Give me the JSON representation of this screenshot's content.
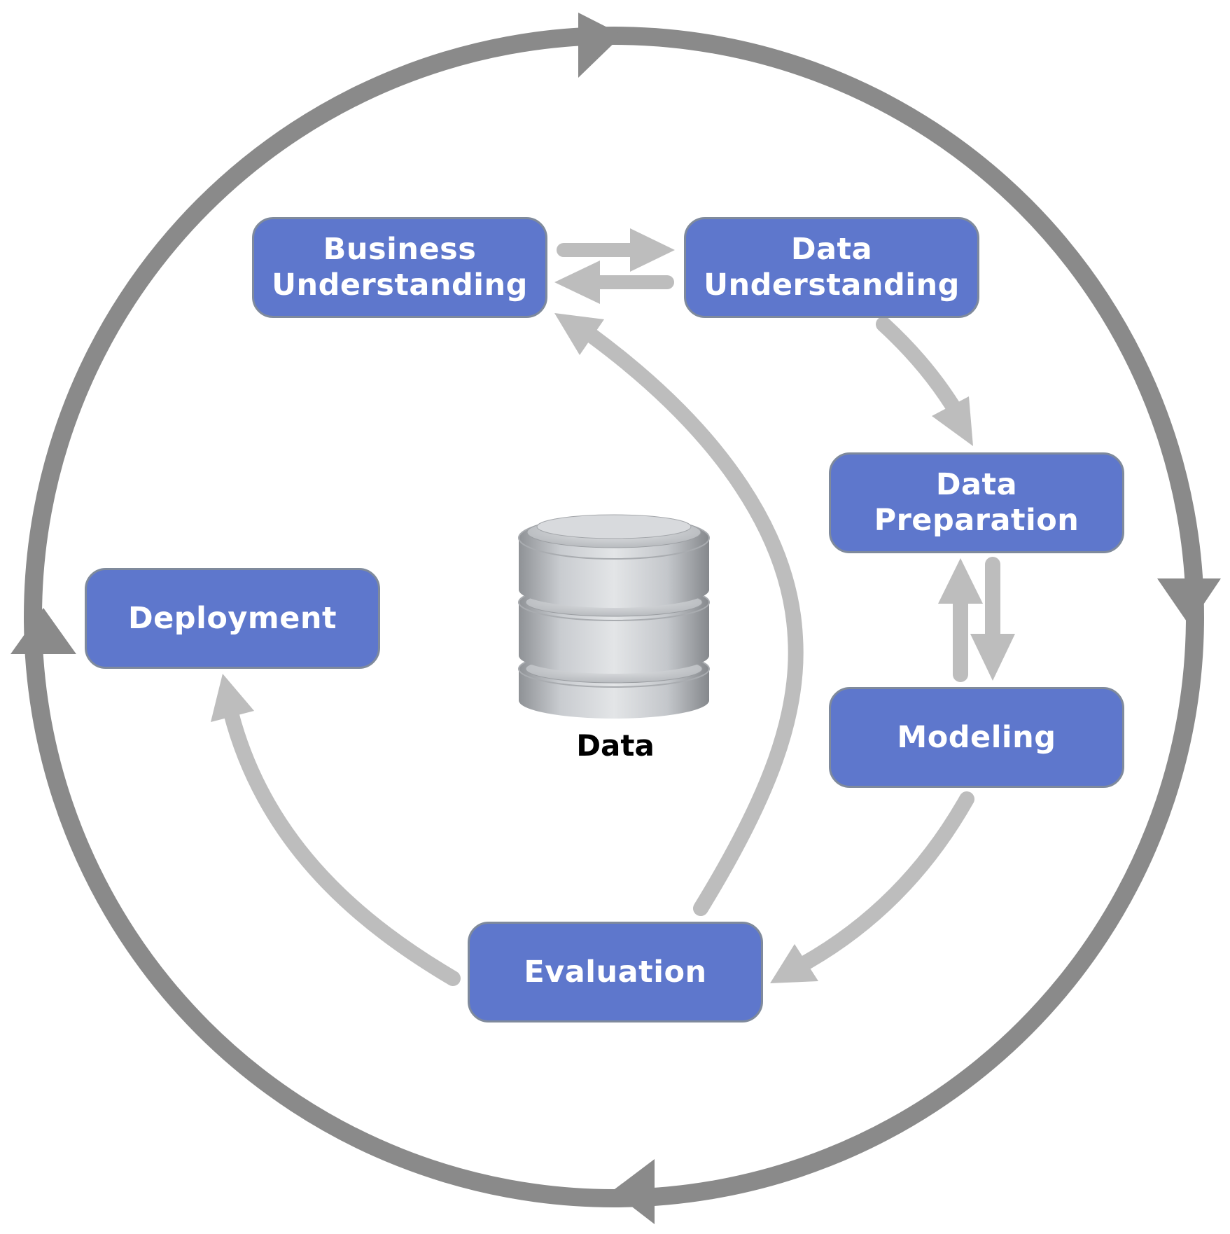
{
  "colors": {
    "phase_box_fill": "#5e77cc",
    "phase_box_text": "#ffffff",
    "outer_cycle_arrow": "#8a8a8a",
    "inner_arrow": "#bdbdbd",
    "database_gray": "#b9bcc0",
    "caption_text": "#000000"
  },
  "phases": {
    "business_understanding": {
      "line1": "Business",
      "line2": "Understanding"
    },
    "data_understanding": {
      "line1": "Data",
      "line2": "Understanding"
    },
    "data_preparation": {
      "line1": "Data",
      "line2": "Preparation"
    },
    "modeling": {
      "label": "Modeling"
    },
    "evaluation": {
      "label": "Evaluation"
    },
    "deployment": {
      "label": "Deployment"
    }
  },
  "center": {
    "icon": "database-icon",
    "caption": "Data"
  },
  "arrows": {
    "outer_cycle": "clockwise",
    "inner_flows": [
      {
        "from": "Business Understanding",
        "to": "Data Understanding"
      },
      {
        "from": "Data Understanding",
        "to": "Business Understanding"
      },
      {
        "from": "Data Understanding",
        "to": "Data Preparation"
      },
      {
        "from": "Data Preparation",
        "to": "Modeling"
      },
      {
        "from": "Modeling",
        "to": "Data Preparation"
      },
      {
        "from": "Modeling",
        "to": "Evaluation"
      },
      {
        "from": "Evaluation",
        "to": "Business Understanding"
      },
      {
        "from": "Evaluation",
        "to": "Deployment"
      }
    ]
  }
}
